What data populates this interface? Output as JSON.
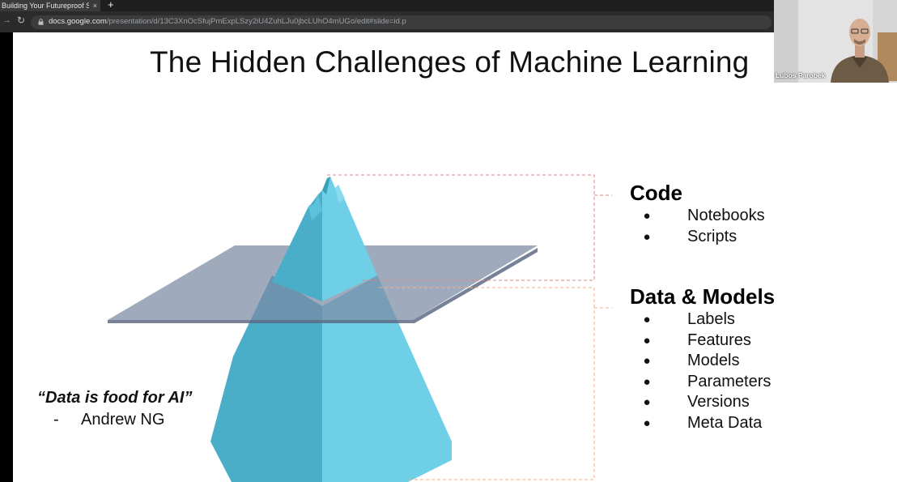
{
  "browser": {
    "tab_title": "Building Your Futureproof Stack",
    "tab_close": "×",
    "new_tab": "+",
    "url_host": "docs.google.com",
    "url_path": "/presentation/d/13C3XnOcSfujPmExpLSzy2iU4ZuhLJu0jbcLUhO4mUGo/edit#slide=id.p"
  },
  "slide": {
    "title": "The Hidden Challenges of Machine Learning",
    "sections": [
      {
        "heading": "Code",
        "items": [
          "Notebooks",
          "Scripts"
        ]
      },
      {
        "heading": "Data & Models",
        "items": [
          "Labels",
          "Features",
          "Models",
          "Parameters",
          "Versions",
          "Meta Data"
        ]
      }
    ],
    "bullet_glyph": "●",
    "quote": "“Data is food for AI”",
    "quote_dash": "-",
    "quote_author": "Andrew NG"
  },
  "webcam": {
    "participant_name": "Lubos Parobek"
  },
  "colors": {
    "ice_light": "#6fcfe6",
    "ice_dark": "#4aaec8",
    "water_plane": "#7a8aa4",
    "bracket_code": "#d98a8a",
    "bracket_data": "#f0b08a"
  }
}
